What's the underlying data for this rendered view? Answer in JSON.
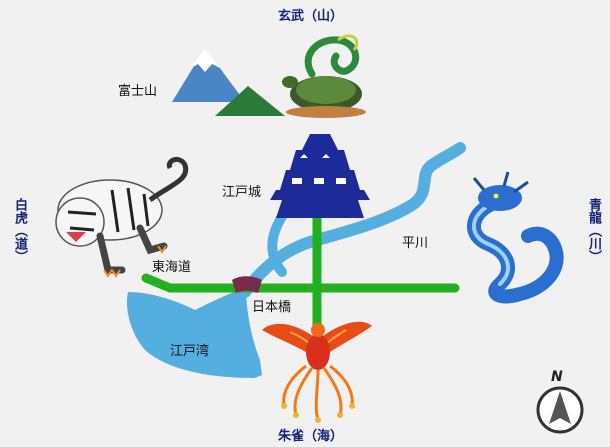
{
  "title": "",
  "directions": {
    "north": "玄武（山）",
    "east": "青龍（川）",
    "south": "朱雀（海）",
    "west": "白虎（道）"
  },
  "places": {
    "fuji": "富士山",
    "castle": "江戸城",
    "tokaido": "東海道",
    "river": "平川",
    "bridge": "日本橋",
    "bay": "江戸湾"
  },
  "compass": {
    "north_letter": "N"
  },
  "colors": {
    "water": "#55aee0",
    "road": "#22b020",
    "castle": "#1c2a9a",
    "bridge": "#7a2a4a",
    "title_text": "#15237a",
    "background": "#f1f1f1"
  },
  "icons": [
    "black-tortoise-icon",
    "white-tiger-icon",
    "azure-dragon-icon",
    "vermilion-bird-icon",
    "mount-fuji-icon",
    "castle-icon",
    "compass-icon"
  ]
}
